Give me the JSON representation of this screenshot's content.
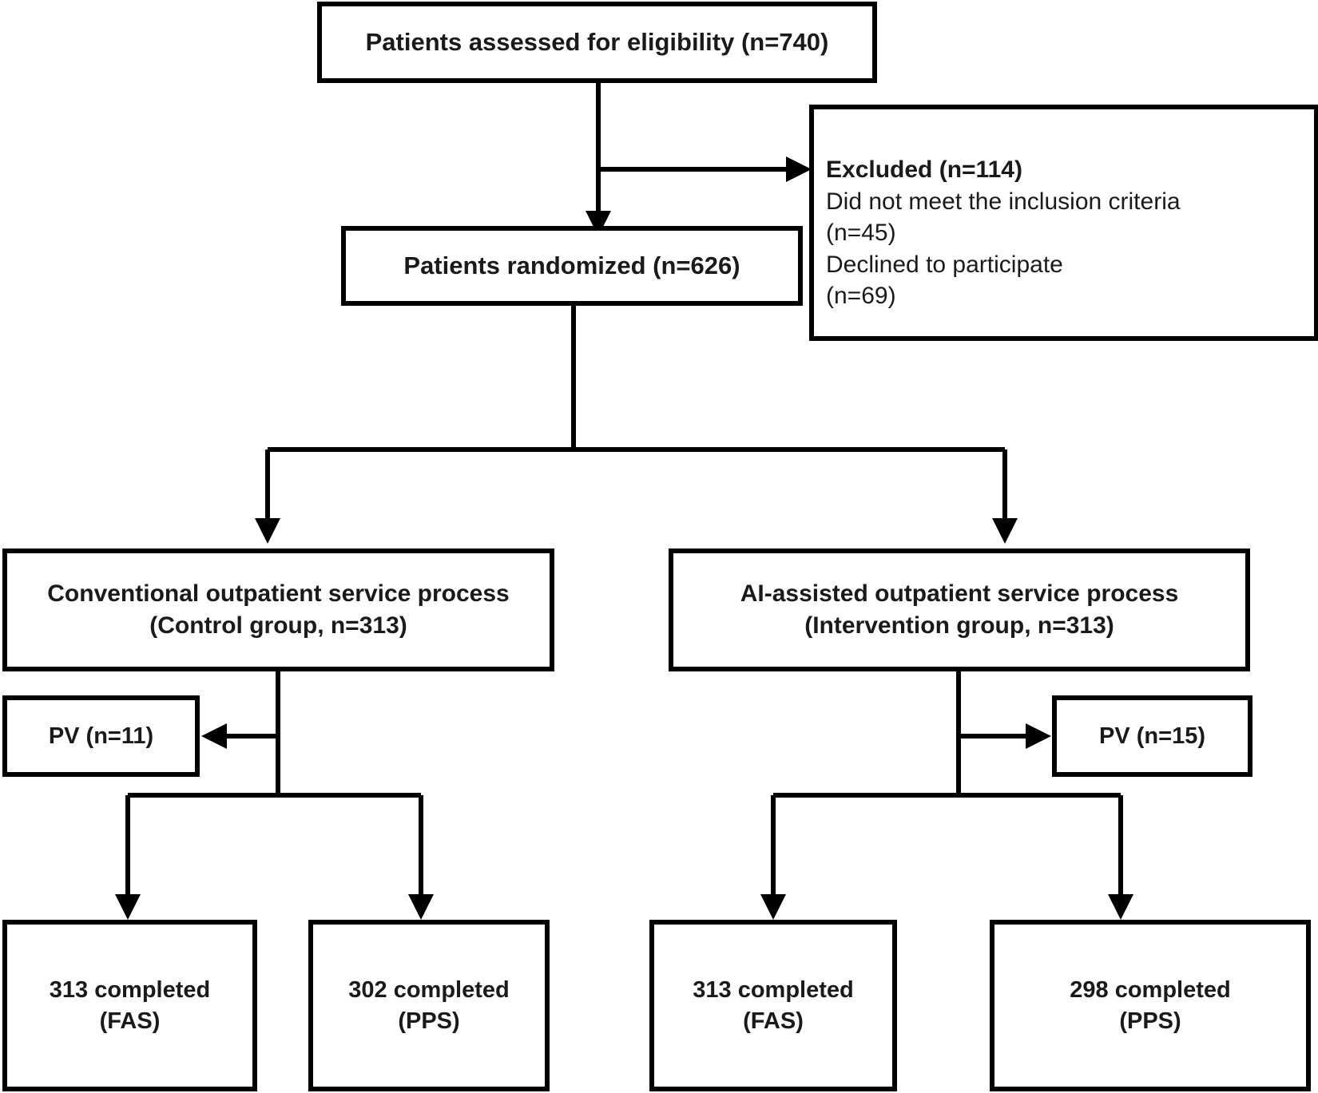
{
  "diagram": {
    "type": "consort-flow-diagram",
    "title": "CONSORT patient flow diagram",
    "colors": {
      "background": "#ffffff",
      "box_border": "#000000",
      "box_fill": "#ffffff",
      "text": "#1a1a1a",
      "connector": "#000000"
    },
    "nodes": {
      "enrollment": {
        "label": "Patients assessed for eligibility (n=740)",
        "count": 740
      },
      "excluded": {
        "heading": "Excluded (n=114)",
        "count": 114,
        "reasons": [
          "Did not meet the inclusion criteria",
          "(n=45)",
          "Declined to participate",
          "(n=69)"
        ],
        "reason_counts": [
          45,
          69
        ]
      },
      "randomized": {
        "label": "Patients randomized (n=626)",
        "count": 626
      },
      "control_group": {
        "line1": "Conventional outpatient service process",
        "line2": "(Control group, n=313)",
        "count": 313
      },
      "intervention_group": {
        "line1": "AI-assisted outpatient service process",
        "line2": "(Intervention group, n=313)",
        "count": 313
      },
      "control_pv": {
        "label": "PV (n=11)",
        "count": 11
      },
      "intervention_pv": {
        "label": "PV (n=15)",
        "count": 15
      },
      "control_fas": {
        "line1": "313 completed",
        "line2": "(FAS)",
        "count": 313
      },
      "control_pps": {
        "line1": "302 completed",
        "line2": "(PPS)",
        "count": 302
      },
      "intervention_fas": {
        "line1": "313 completed",
        "line2": "(FAS)",
        "count": 313
      },
      "intervention_pps": {
        "line1": "298 completed",
        "line2": "(PPS)",
        "count": 298
      }
    }
  }
}
